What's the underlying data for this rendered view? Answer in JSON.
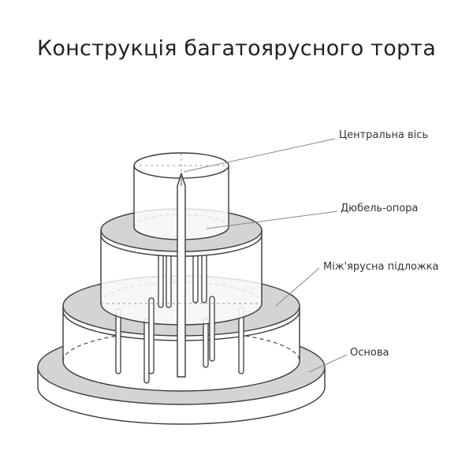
{
  "title": "Конструкція багатоярусного торта",
  "labels": {
    "central_axis": "Центральна вісь",
    "dowel": "Дюбель-опора",
    "tier_board": "Між'ярусна підложка",
    "base": "Основа"
  },
  "colors": {
    "line": "#3a3a3a",
    "board_fill": "#d4d4d4",
    "base_side_fill": "#ffffff",
    "leader": "#888888"
  }
}
